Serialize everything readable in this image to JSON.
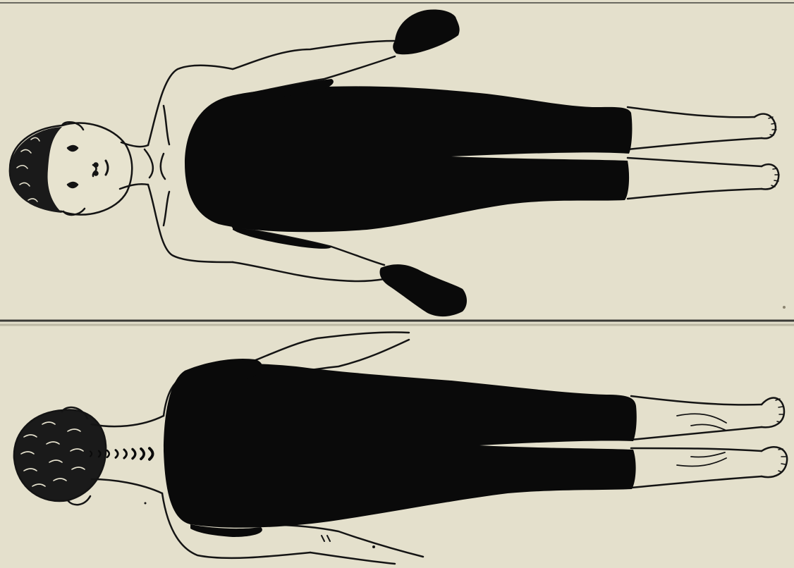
{
  "figure": {
    "colors": {
      "paper": "#e7e3cf",
      "paper_shade": "#dcd8c2",
      "divider": "#3a3a36",
      "ink": "#0a0a0a",
      "skin_line": "#141414"
    },
    "panels": [
      {
        "view": "front",
        "shaded_regions": [
          "trunk",
          "upper-arms",
          "thighs",
          "hands"
        ]
      },
      {
        "view": "back",
        "shaded_regions": [
          "trunk",
          "upper-arms",
          "thighs"
        ],
        "spine_marks": 8
      }
    ]
  }
}
